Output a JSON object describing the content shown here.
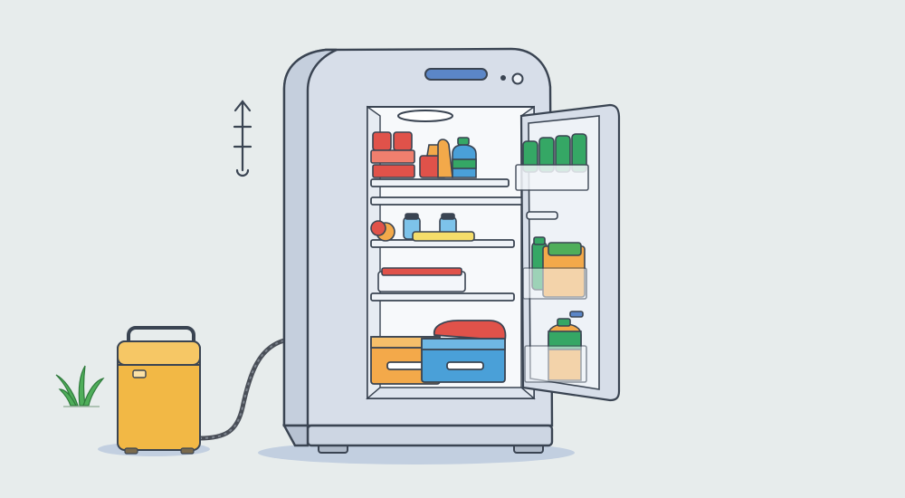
{
  "palette": {
    "background": "#e7ecec",
    "fridge_body": "#d7dee9",
    "fridge_light": "#eef2f7",
    "fridge_interior": "#f7f9fb",
    "outline": "#3a4452",
    "display_blue": "#5b86c7",
    "shadow": "#b9c7d9",
    "power_station_yellow": "#f2b845",
    "cable": "#4a4f58",
    "plant_green": "#4fae5a",
    "red": "#e0524a",
    "green": "#35a765",
    "orange": "#f3a94a",
    "blue": "#4aa0d8"
  },
  "icons": {
    "plug_symbol": "plug-icon",
    "plant": "plant-icon"
  },
  "scene": {
    "fridge": "open-refrigerator",
    "device": "portable-power-station",
    "cable": "power-cable"
  }
}
